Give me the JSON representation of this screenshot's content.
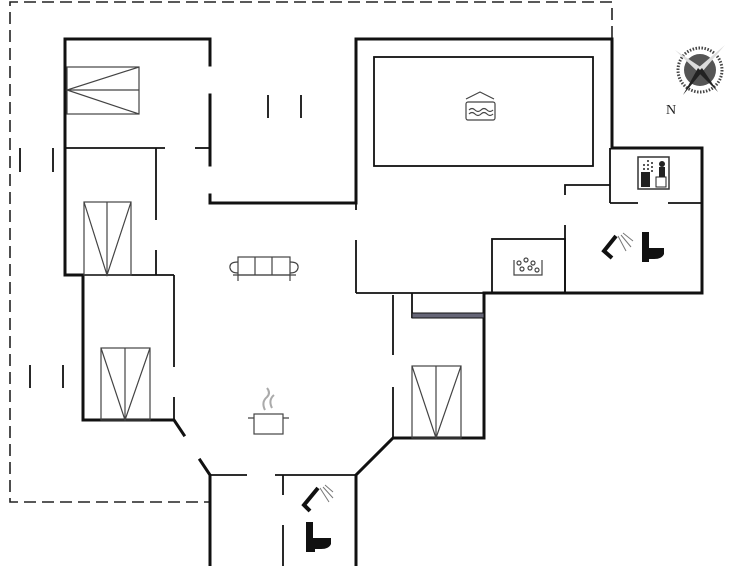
{
  "plan": {
    "compass_label": "N",
    "rooms": [
      "bedroom",
      "bedroom",
      "bedroom",
      "bedroom",
      "living-room",
      "kitchen",
      "pool-room",
      "spa",
      "sauna",
      "bathroom",
      "bathroom"
    ]
  }
}
